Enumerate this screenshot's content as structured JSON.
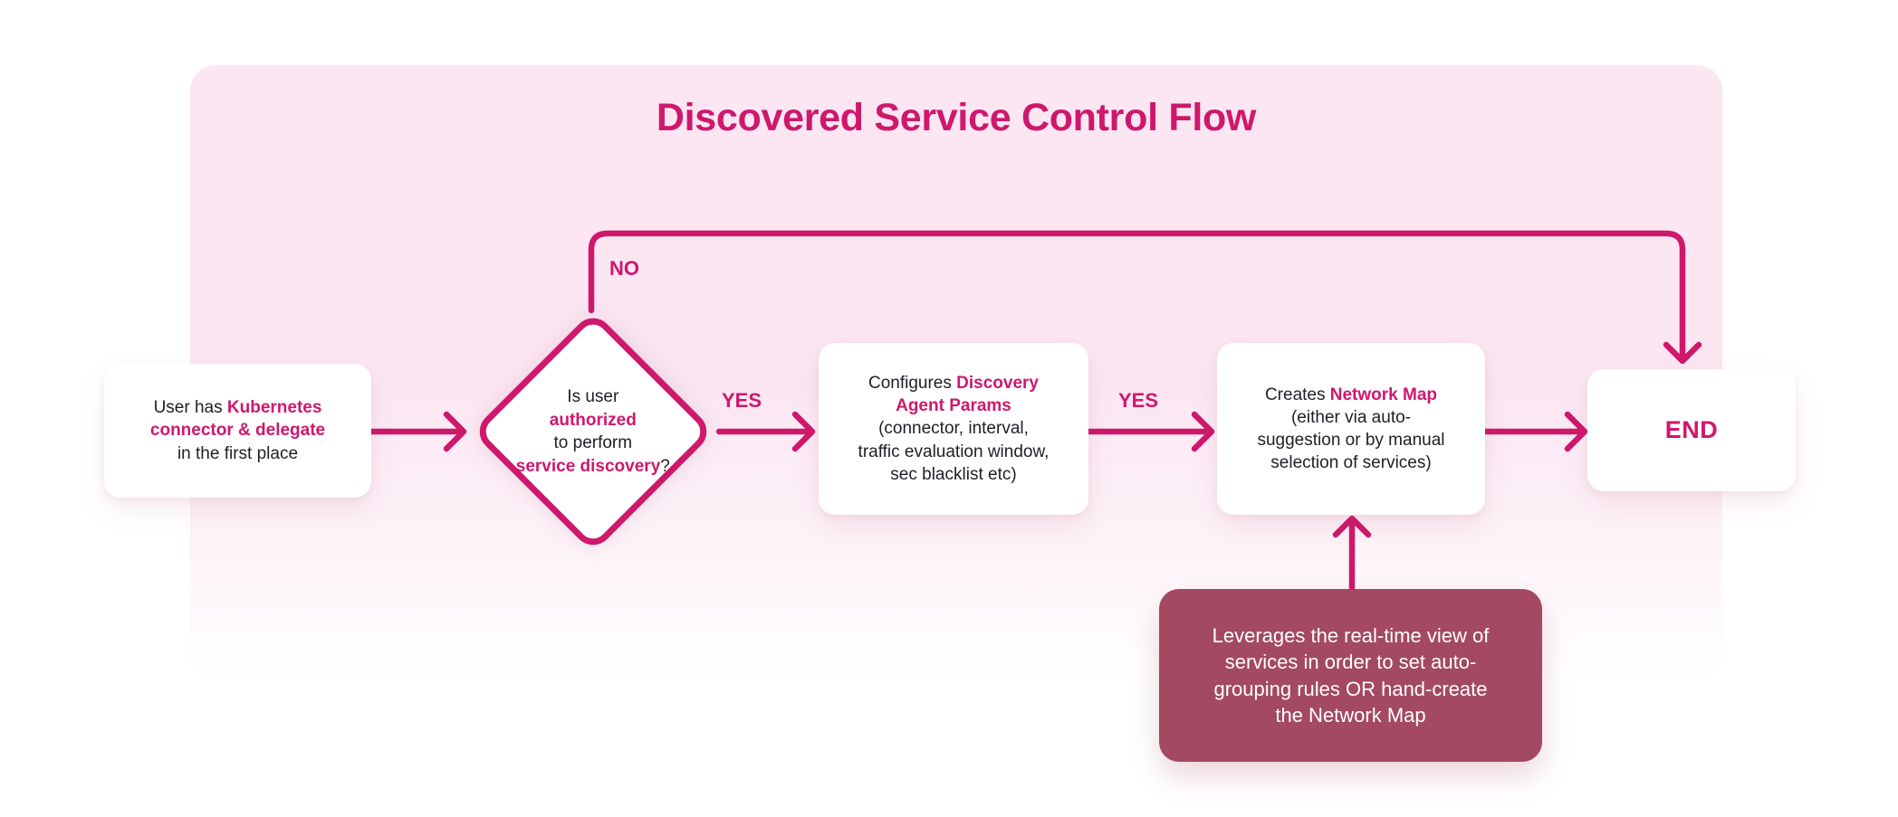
{
  "colors": {
    "accent": "#ce186c",
    "annotation_bg": "#a34961",
    "panel_pink": "#fbe6f2",
    "text_dark": "#202126"
  },
  "title": "Discovered Service Control Flow",
  "edges": {
    "no_label": "NO",
    "yes1_label": "YES",
    "yes2_label": "YES"
  },
  "nodes": {
    "start": {
      "segments": [
        {
          "t": "User has "
        },
        {
          "t": "Kubernetes",
          "accent": true
        },
        {
          "br": true
        },
        {
          "t": "connector & delegate",
          "accent": true
        },
        {
          "br": true
        },
        {
          "t": "in the first place"
        }
      ]
    },
    "decision": {
      "segments": [
        {
          "t": "Is user"
        },
        {
          "br": true
        },
        {
          "t": "authorized",
          "accent": true
        },
        {
          "br": true
        },
        {
          "t": "to perform"
        },
        {
          "br": true
        },
        {
          "t": "service discovery",
          "accent": true
        },
        {
          "t": "?"
        }
      ]
    },
    "configure": {
      "segments": [
        {
          "t": "Configures "
        },
        {
          "t": "Discovery",
          "accent": true
        },
        {
          "br": true
        },
        {
          "t": "Agent Params",
          "accent": true
        },
        {
          "br": true
        },
        {
          "t": "(connector, interval,"
        },
        {
          "br": true
        },
        {
          "t": "traffic evaluation window,"
        },
        {
          "br": true
        },
        {
          "t": "sec blacklist etc)"
        }
      ]
    },
    "create_map": {
      "segments": [
        {
          "t": "Creates "
        },
        {
          "t": "Network Map",
          "accent": true
        },
        {
          "br": true
        },
        {
          "t": "(either via auto-"
        },
        {
          "br": true
        },
        {
          "t": "suggestion or by manual"
        },
        {
          "br": true
        },
        {
          "t": "selection of services)"
        }
      ]
    },
    "end": {
      "label": "END"
    },
    "annotation": {
      "segments": [
        {
          "t": "Leverages the real-time view of"
        },
        {
          "br": true
        },
        {
          "t": "services in order to set auto-"
        },
        {
          "br": true
        },
        {
          "t": "grouping rules OR hand-create"
        },
        {
          "br": true
        },
        {
          "t": "the Network Map"
        }
      ]
    }
  }
}
